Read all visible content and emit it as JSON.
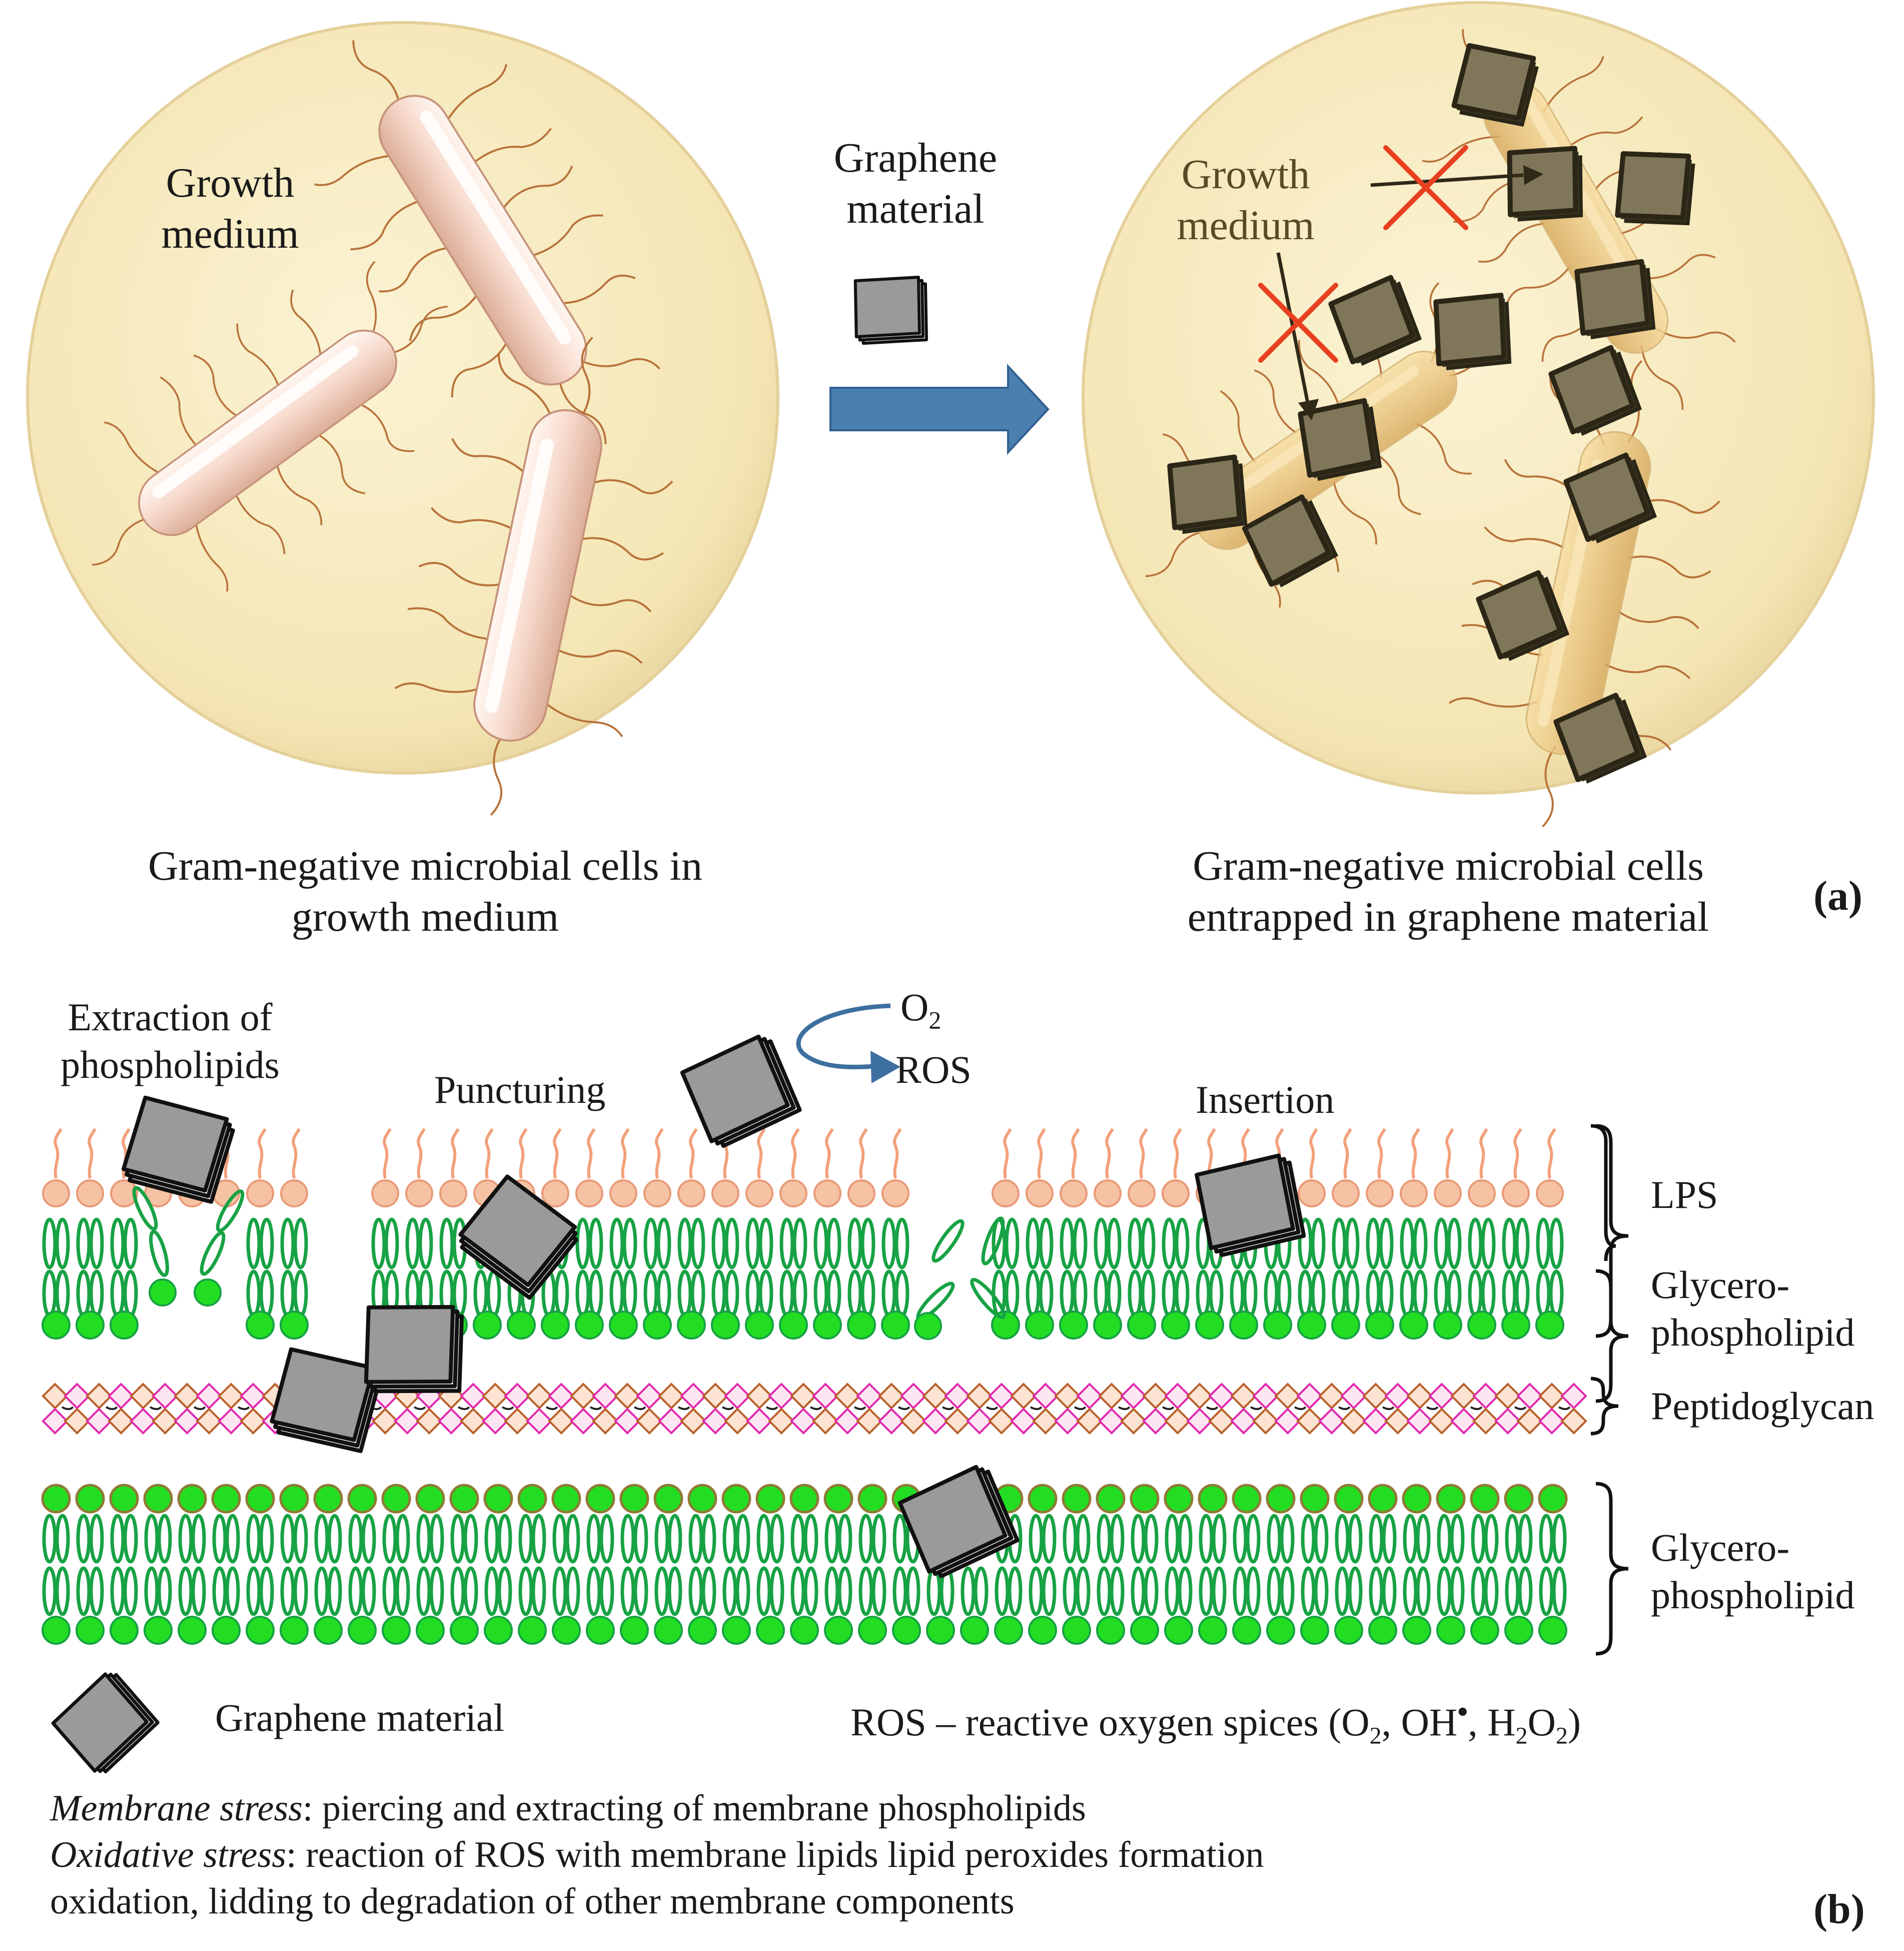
{
  "panel_a": {
    "left_circle_label": [
      "Growth",
      "medium"
    ],
    "arrow_label": [
      "Graphene",
      "material"
    ],
    "right_circle_label": [
      "Growth",
      "medium"
    ],
    "left_caption": [
      "Gram-negative microbial cells in",
      "growth medium"
    ],
    "right_caption": [
      "Gram-negative microbial cells",
      "entrapped in graphene material"
    ],
    "tag": "(a)"
  },
  "panel_b": {
    "extraction_label": [
      "Extraction of",
      "phospholipids"
    ],
    "puncturing_label": "Puncturing",
    "insertion_label": "Insertion",
    "o2_label": "O",
    "o2_sub": "2",
    "ros_label": "ROS",
    "layers": {
      "lps": "LPS",
      "glycero_top": [
        "Glycero-",
        "phospholipid"
      ],
      "peptidoglycan": "Peptidoglycan",
      "glycero_bottom": [
        "Glycero-",
        "phospholipid"
      ]
    },
    "legend_graphene": "Graphene material",
    "legend_ros": {
      "prefix": "ROS – reactive oxygen spices (O",
      "sub1": "2",
      "mid": ", OH",
      "sup": "•",
      "mid2": ", H",
      "sub2": "2",
      "mid3": "O",
      "sub3": "2",
      "suffix": ")"
    },
    "notes": [
      {
        "term": "Membrane stress",
        "text": ": piercing and extracting of membrane phospholipids"
      },
      {
        "term": "Oxidative stress",
        "text": ": reaction of ROS with membrane lipids  lipid peroxides formation"
      },
      {
        "term": "",
        "text": "oxidation, lidding to degradation of other membrane components"
      }
    ],
    "tag": "(b)"
  },
  "colors": {
    "medium": "#f7ebbf",
    "cell": "#f5d3c2",
    "cell_gold": "#e7c27f",
    "arrow": "#4a7fb0",
    "cross": "#e8401f",
    "lps_head": "#f6c2a4",
    "lipid_head": "#22dd22",
    "lipid_tail": "#17a244",
    "graphene": "#999999",
    "graphene_dark": "#7b7258"
  }
}
